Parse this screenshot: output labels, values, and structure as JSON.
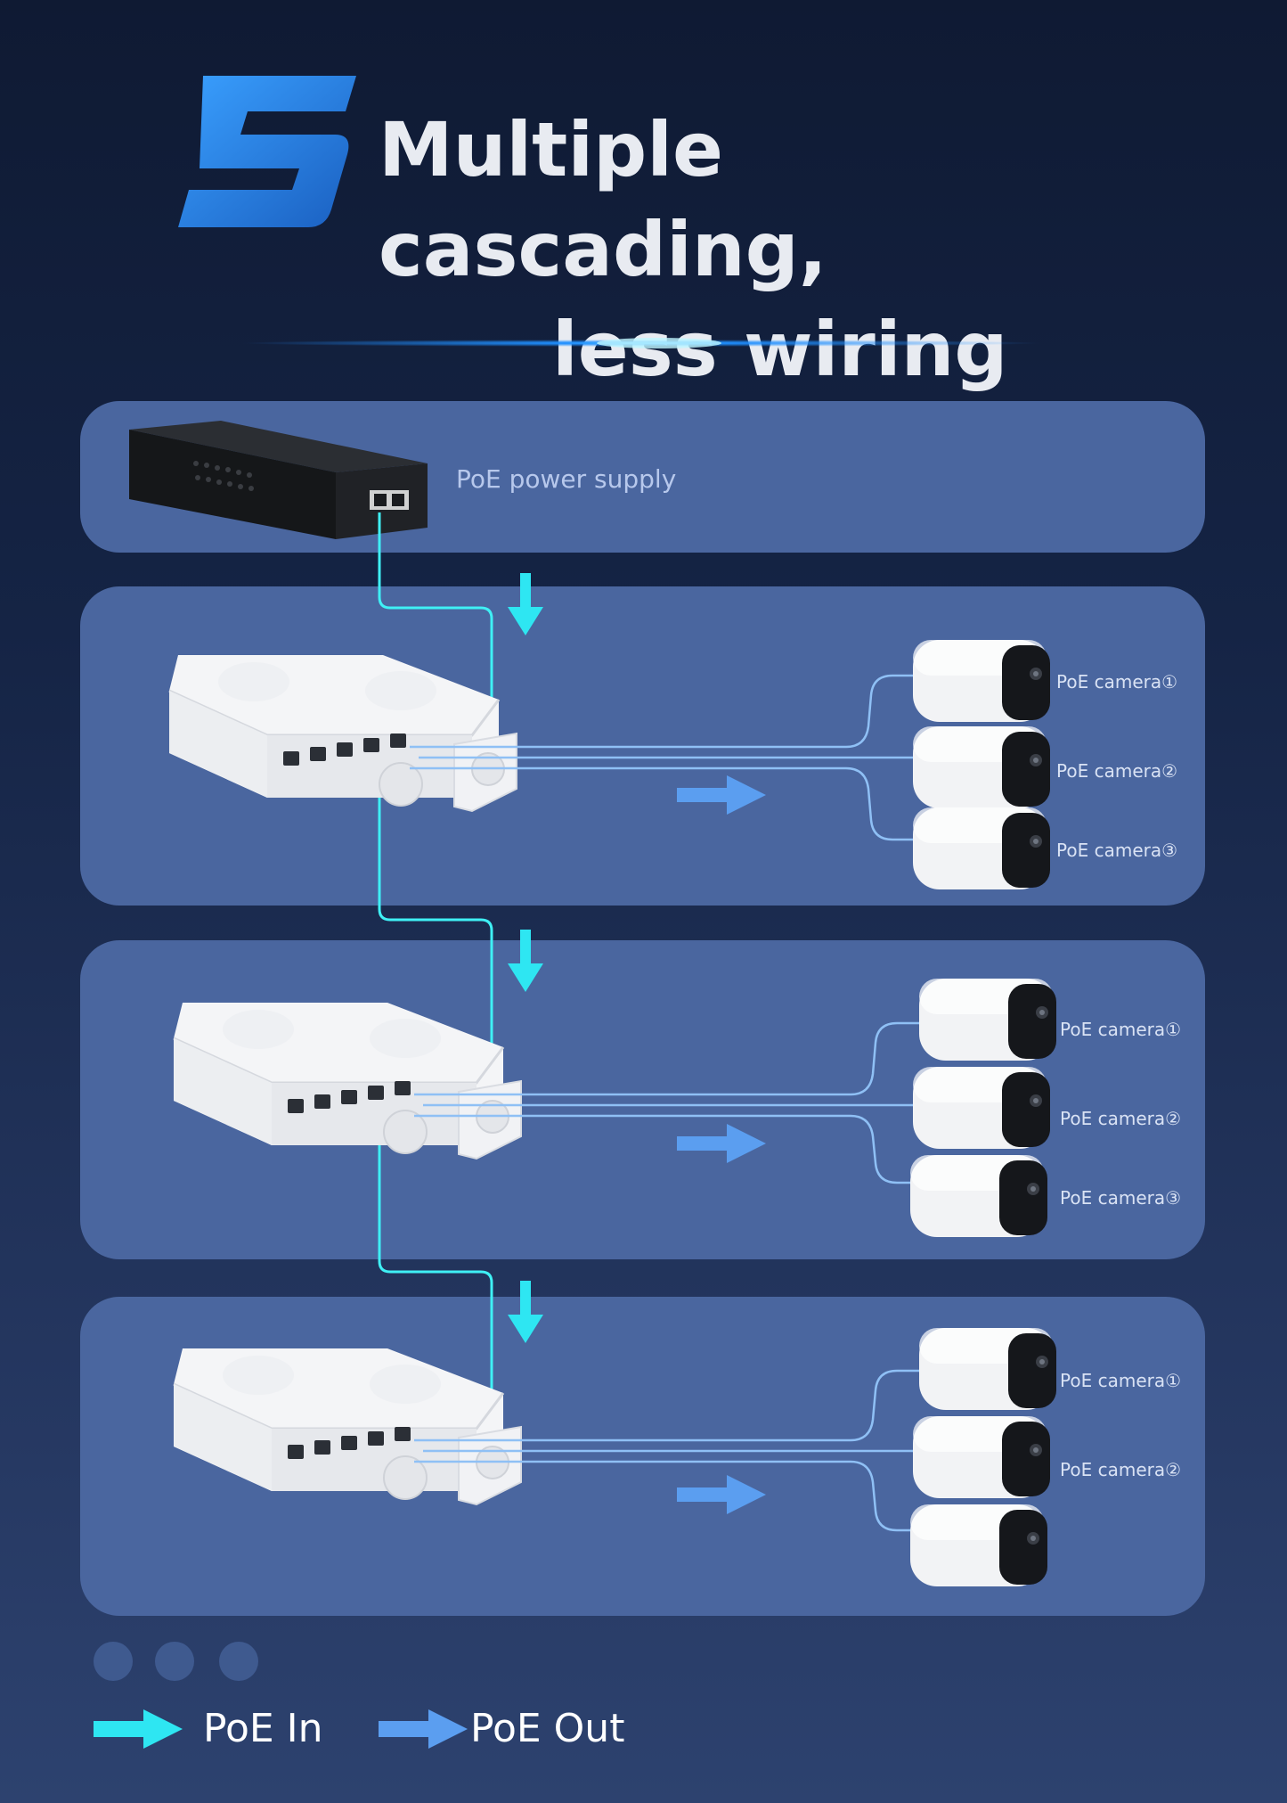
{
  "header": {
    "number": "5",
    "title_line1": "Multiple cascading,",
    "title_line2": "less wiring"
  },
  "power_supply": {
    "label": "PoE power supply"
  },
  "switches": [
    {
      "cameras": [
        "PoE camera①",
        "PoE camera②",
        "PoE camera③"
      ]
    },
    {
      "cameras": [
        "PoE camera①",
        "PoE camera②",
        "PoE camera③"
      ]
    },
    {
      "cameras": [
        "PoE camera①",
        "PoE camera②",
        ""
      ]
    }
  ],
  "legend": {
    "poe_in": "PoE In",
    "poe_out": "PoE Out",
    "poe_in_color": "#2ee6f2",
    "poe_out_color": "#5b9ef0"
  },
  "colors": {
    "panel": "#4a669f",
    "cable_in": "#3ff0f5",
    "cable_out": "#8fc0f5",
    "accent_blue": "#1f7fe0"
  },
  "icons": [
    "poe-power-supply-icon",
    "poe-switch-icon",
    "bullet-camera-icon",
    "arrow-down-icon",
    "arrow-right-icon"
  ]
}
